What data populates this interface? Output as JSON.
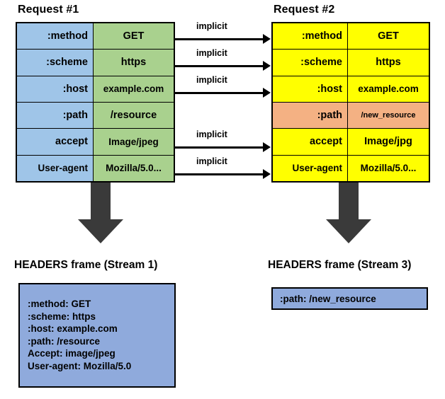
{
  "request1": {
    "title": "Request #1",
    "rows": [
      {
        "key": ":method",
        "value": "GET"
      },
      {
        "key": ":scheme",
        "value": "https"
      },
      {
        "key": ":host",
        "value": "example.com"
      },
      {
        "key": ":path",
        "value": "/resource"
      },
      {
        "key": "accept",
        "value": "Image/jpeg"
      },
      {
        "key": "User-agent",
        "value": "Mozilla/5.0..."
      }
    ],
    "key_color": "#9fc5e8",
    "value_color": "#a9d18e"
  },
  "request2": {
    "title": "Request #2",
    "rows": [
      {
        "key": ":method",
        "value": "GET",
        "highlight": false
      },
      {
        "key": ":scheme",
        "value": "https",
        "highlight": false
      },
      {
        "key": ":host",
        "value": "example.com",
        "highlight": false
      },
      {
        "key": ":path",
        "value": "/new_resource",
        "highlight": true
      },
      {
        "key": "accept",
        "value": "Image/jpg",
        "highlight": false
      },
      {
        "key": "User-agent",
        "value": "Mozilla/5.0...",
        "highlight": false
      }
    ],
    "cell_color": "#ffff00",
    "highlight_color": "#f4b183"
  },
  "arrows": {
    "implicit_label": "implicit",
    "implicit_count": 5,
    "implicit_rows": [
      ":method",
      ":scheme",
      ":host",
      "accept",
      "User-agent"
    ],
    "down_arrow_color": "#3a3a3a"
  },
  "frame1": {
    "title": "HEADERS frame (Stream 1)",
    "box_color": "#8faadc",
    "lines": [
      ":method: GET",
      ":scheme: https",
      ":host: example.com",
      ":path: /resource",
      "Accept: image/jpeg",
      "User-agent: Mozilla/5.0"
    ]
  },
  "frame2": {
    "title": "HEADERS frame (Stream 3)",
    "box_color": "#8faadc",
    "lines": [
      ":path: /new_resource"
    ]
  }
}
